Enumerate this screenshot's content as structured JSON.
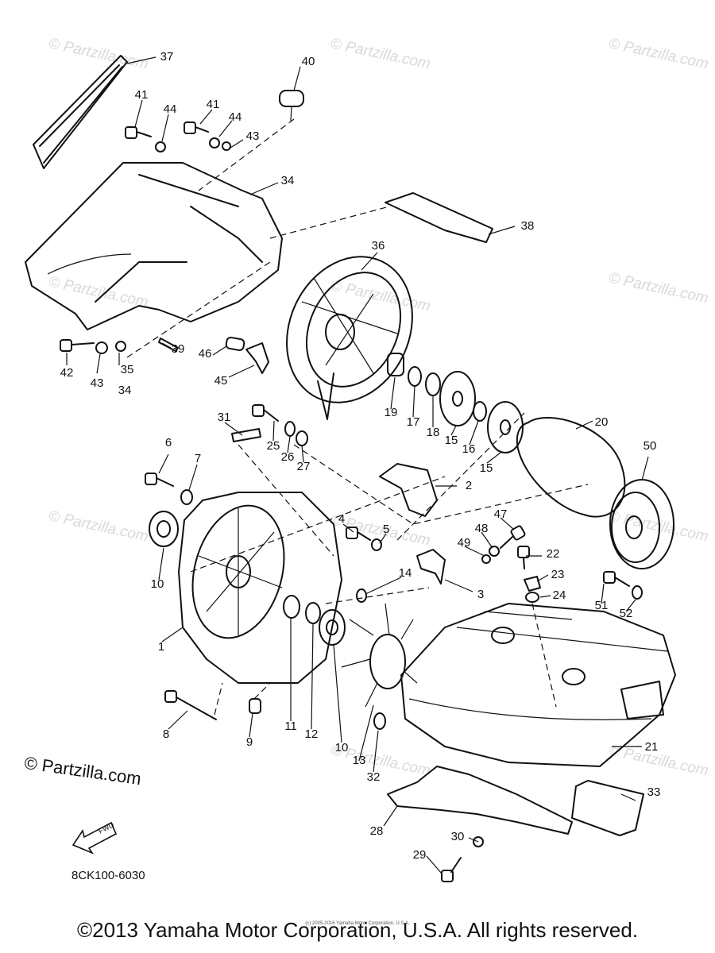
{
  "diagram": {
    "watermark": "© Partzilla.com",
    "copyright_partzilla": "© Partzilla.com",
    "diagram_code": "8CK100-6030",
    "fwd_label": "FWD",
    "small_copyright": "(c) 2005-2016 Yamaha Motor Corporation, U.S.A.",
    "footer": "©2013 Yamaha Motor Corporation, U.S.A. All rights reserved.",
    "callouts": [
      "37",
      "40",
      "41",
      "44",
      "41",
      "44",
      "43",
      "34",
      "38",
      "36",
      "42",
      "43",
      "35",
      "34",
      "39",
      "46",
      "45",
      "19",
      "17",
      "18",
      "15",
      "16",
      "15",
      "20",
      "50",
      "31",
      "25",
      "26",
      "27",
      "6",
      "7",
      "2",
      "10",
      "1",
      "4",
      "5",
      "14",
      "3",
      "48",
      "47",
      "49",
      "22",
      "23",
      "24",
      "51",
      "52",
      "8",
      "9",
      "11",
      "12",
      "10",
      "13",
      "32",
      "21",
      "28",
      "30",
      "29",
      "33"
    ]
  }
}
